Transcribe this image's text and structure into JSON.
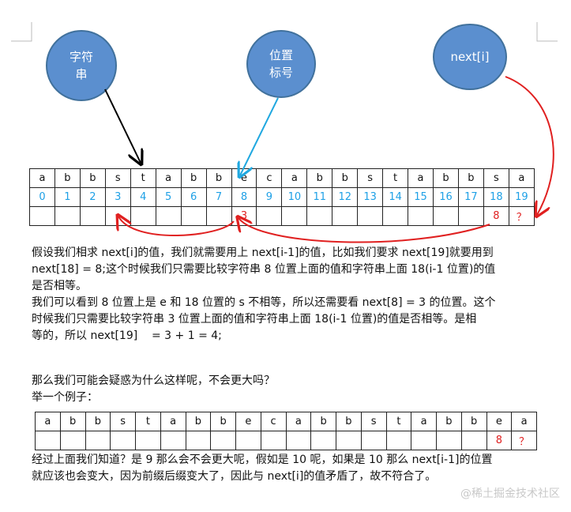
{
  "bubbles": {
    "string": "字符\n串",
    "position": "位置\n标号",
    "next": "next[i]"
  },
  "table1": {
    "chars": [
      "a",
      "b",
      "b",
      "s",
      "t",
      "a",
      "b",
      "b",
      "e",
      "c",
      "a",
      "b",
      "b",
      "s",
      "t",
      "a",
      "b",
      "b",
      "s",
      "a"
    ],
    "indices": [
      "0",
      "1",
      "2",
      "3",
      "4",
      "5",
      "6",
      "7",
      "8",
      "9",
      "10",
      "11",
      "12",
      "13",
      "14",
      "15",
      "16",
      "17",
      "18",
      "19"
    ],
    "next_row": [
      "",
      "",
      "",
      "",
      "",
      "",
      "",
      "",
      "3",
      "",
      "",
      "",
      "",
      "",
      "",
      "",
      "",
      "",
      "8",
      "？"
    ]
  },
  "paragraph1": [
    "假设我们相求 next[i]的值，我们就需要用上 next[i-1]的值，比如我们要求 next[19]就要用到",
    "next[18] = 8;这个时候我们只需要比较字符串 8 位置上面的值和字符串上面 18(i-1 位置)的值",
    "是否相等。",
    "我们可以看到 8 位置上是 e 和 18 位置的 s 不相等，所以还需要看 next[8] = 3 的位置。这个",
    "时候我们只需要比较字符串 3 位置上面的值和字符串上面 18(i-1 位置)的值是否相等。是相",
    "等的，所以 next[19]    = 3 + 1 = 4;"
  ],
  "paragraph2": [
    "那么我们可能会疑惑为什么这样呢，不会更大吗？",
    "举一个例子："
  ],
  "table2": {
    "chars": [
      "a",
      "b",
      "b",
      "s",
      "t",
      "a",
      "b",
      "b",
      "e",
      "c",
      "a",
      "b",
      "b",
      "s",
      "t",
      "a",
      "b",
      "b",
      "e",
      "a"
    ],
    "next_row": [
      "",
      "",
      "",
      "",
      "",
      "",
      "",
      "",
      "",
      "",
      "",
      "",
      "",
      "",
      "",
      "",
      "",
      "",
      "8",
      "？"
    ]
  },
  "paragraph3": [
    "经过上面我们知道？是 9 那么会不会更大呢，假如是 10 呢，如果是 10 那么 next[i-1]的位置",
    "就应该也会变大，因为前缀后缀变大了，因此与 next[i]的值矛盾了，故不符合了。"
  ],
  "watermark": "@稀土掘金技术社区",
  "colors": {
    "bubble_fill": "#5b8fcf",
    "index_text": "#1ea0e6",
    "arrow_red": "#e02020",
    "arrow_blue": "#20a8e0",
    "arrow_black": "#000000"
  }
}
